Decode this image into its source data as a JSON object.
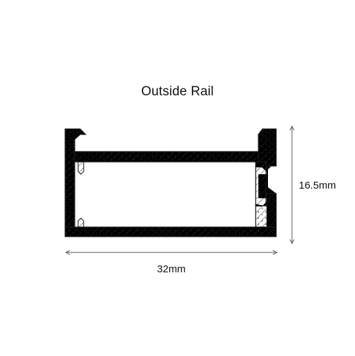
{
  "diagram": {
    "title": "Outside Rail",
    "width_label": "32mm",
    "height_label": "16.5mm"
  },
  "colors": {
    "stroke": "#1a1a1a",
    "hatch": "#2a2a2a",
    "dim_line": "#555555"
  }
}
